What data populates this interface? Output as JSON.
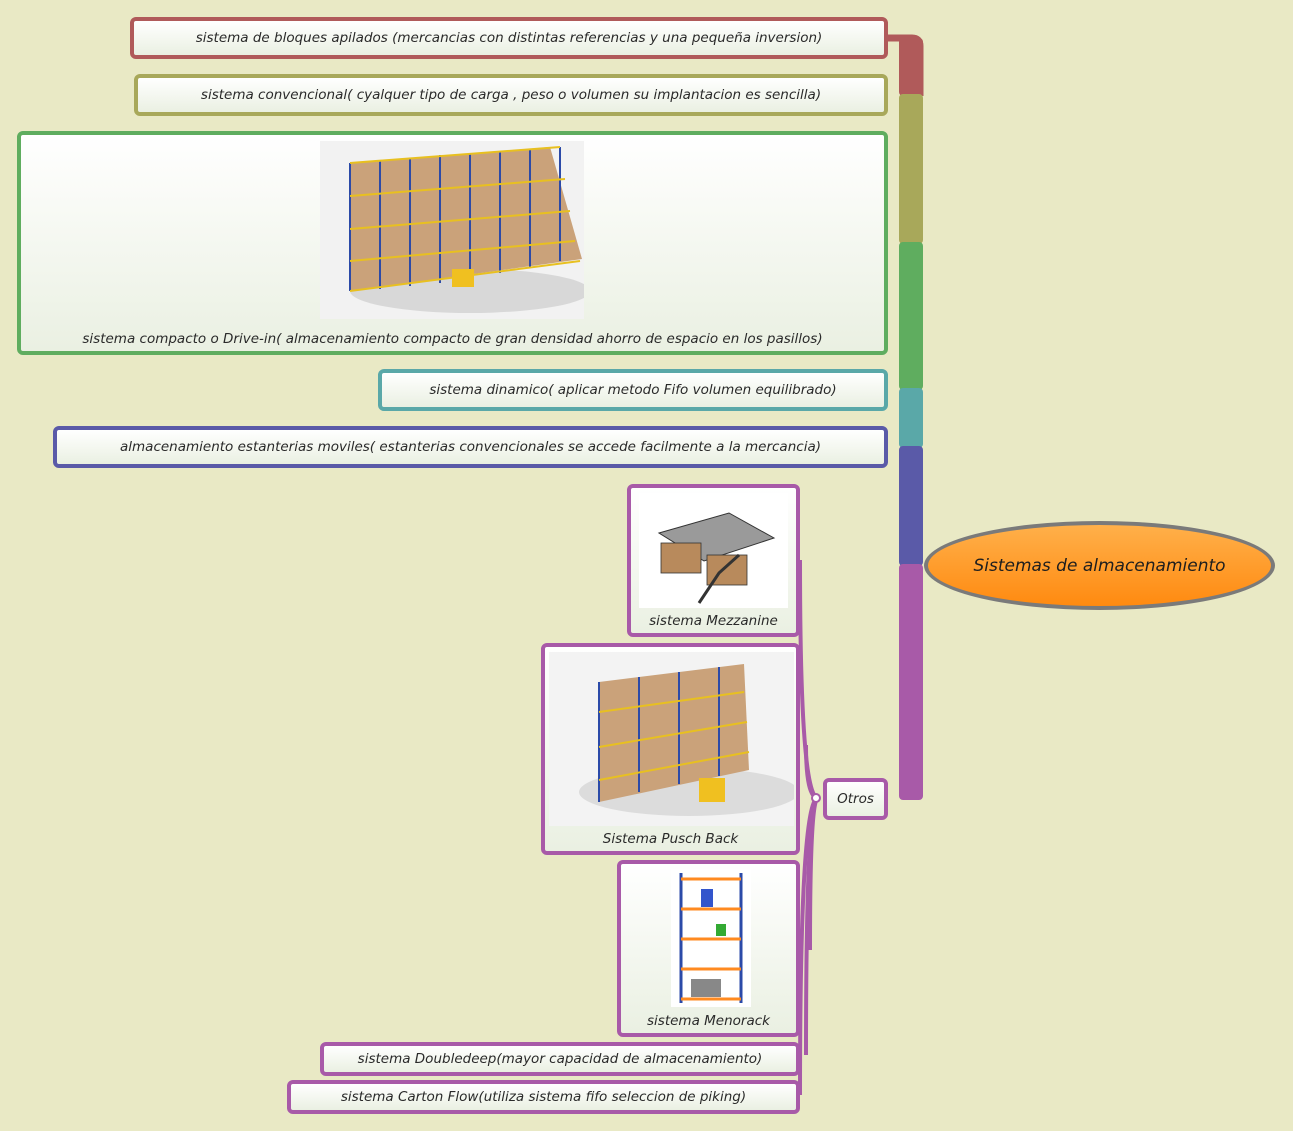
{
  "central": {
    "label": "Sistemas de almacenamiento",
    "color": "#ff9320"
  },
  "branches": {
    "bloques": {
      "label": "sistema de bloques apilados (mercancias con distintas referencias y una pequeña inversion)",
      "color": "#b05a5a"
    },
    "convencional": {
      "label": "sistema convencional( cyalquer tipo de carga  , peso o volumen su implantacion es sencilla)",
      "color": "#a8a85a"
    },
    "compacto": {
      "label": "sistema compacto o Drive-in( almacenamiento compacto de gran densidad ahorro de espacio en los pasillos)",
      "color": "#5fad5f"
    },
    "dinamico": {
      "label": "sistema dinamico( aplicar metodo Fifo  volumen equilibrado)",
      "color": "#5aa8a8"
    },
    "moviles": {
      "label": "almacenamiento estanterias moviles( estanterias convencionales  se accede facilmente a la mercancia)",
      "color": "#5a5aa8"
    },
    "otros": {
      "label": "Otros",
      "color": "#a85aa8"
    }
  },
  "otros_children": {
    "mezzanine": "sistema Mezzanine",
    "pushback": "Sistema Pusch Back",
    "menorack": "sistema Menorack",
    "doubledeep": "sistema Doubledeep(mayor capacidad de almacenamiento)",
    "cartonflow": "sistema Carton Flow(utiliza sistema fifo  seleccion de piking)"
  },
  "images": {
    "compacto": "drive-in-rack-image",
    "mezzanine": "mezzanine-image",
    "pushback": "push-back-rack-image",
    "menorack": "shelving-image"
  }
}
